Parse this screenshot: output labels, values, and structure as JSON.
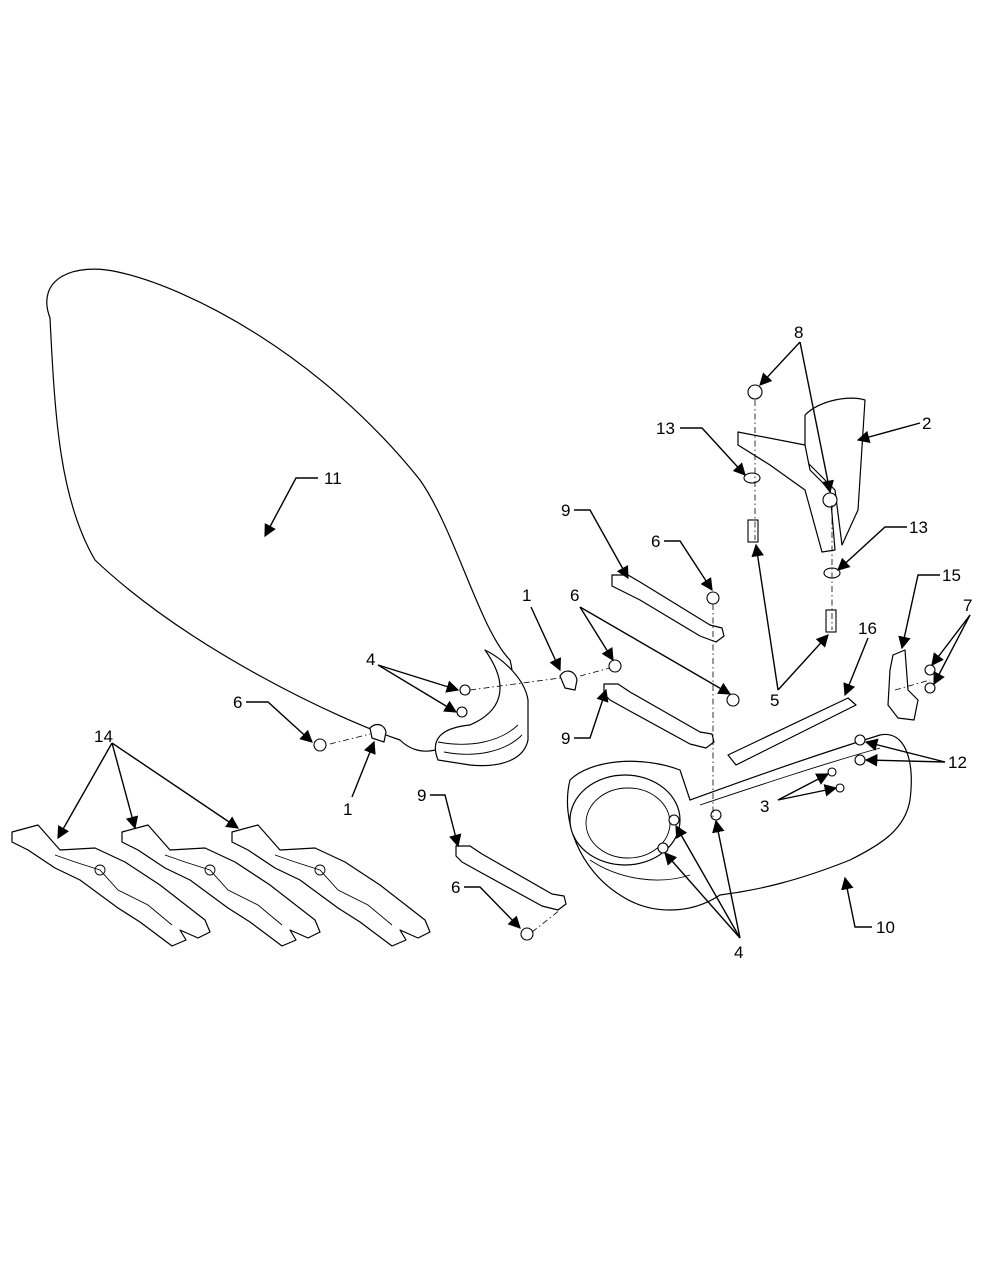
{
  "callouts": [
    {
      "id": "c1a",
      "label": "1"
    },
    {
      "id": "c1b",
      "label": "1"
    },
    {
      "id": "c2",
      "label": "2"
    },
    {
      "id": "c3",
      "label": "3"
    },
    {
      "id": "c4a",
      "label": "4"
    },
    {
      "id": "c4b",
      "label": "4"
    },
    {
      "id": "c5",
      "label": "5"
    },
    {
      "id": "c6a",
      "label": "6"
    },
    {
      "id": "c6b",
      "label": "6"
    },
    {
      "id": "c6c",
      "label": "6"
    },
    {
      "id": "c6d",
      "label": "6"
    },
    {
      "id": "c7",
      "label": "7"
    },
    {
      "id": "c8",
      "label": "8"
    },
    {
      "id": "c9a",
      "label": "9"
    },
    {
      "id": "c9b",
      "label": "9"
    },
    {
      "id": "c9c",
      "label": "9"
    },
    {
      "id": "c10",
      "label": "10"
    },
    {
      "id": "c11",
      "label": "11"
    },
    {
      "id": "c12",
      "label": "12"
    },
    {
      "id": "c13a",
      "label": "13"
    },
    {
      "id": "c13b",
      "label": "13"
    },
    {
      "id": "c14",
      "label": "14"
    },
    {
      "id": "c15",
      "label": "15"
    },
    {
      "id": "c16",
      "label": "16"
    }
  ]
}
